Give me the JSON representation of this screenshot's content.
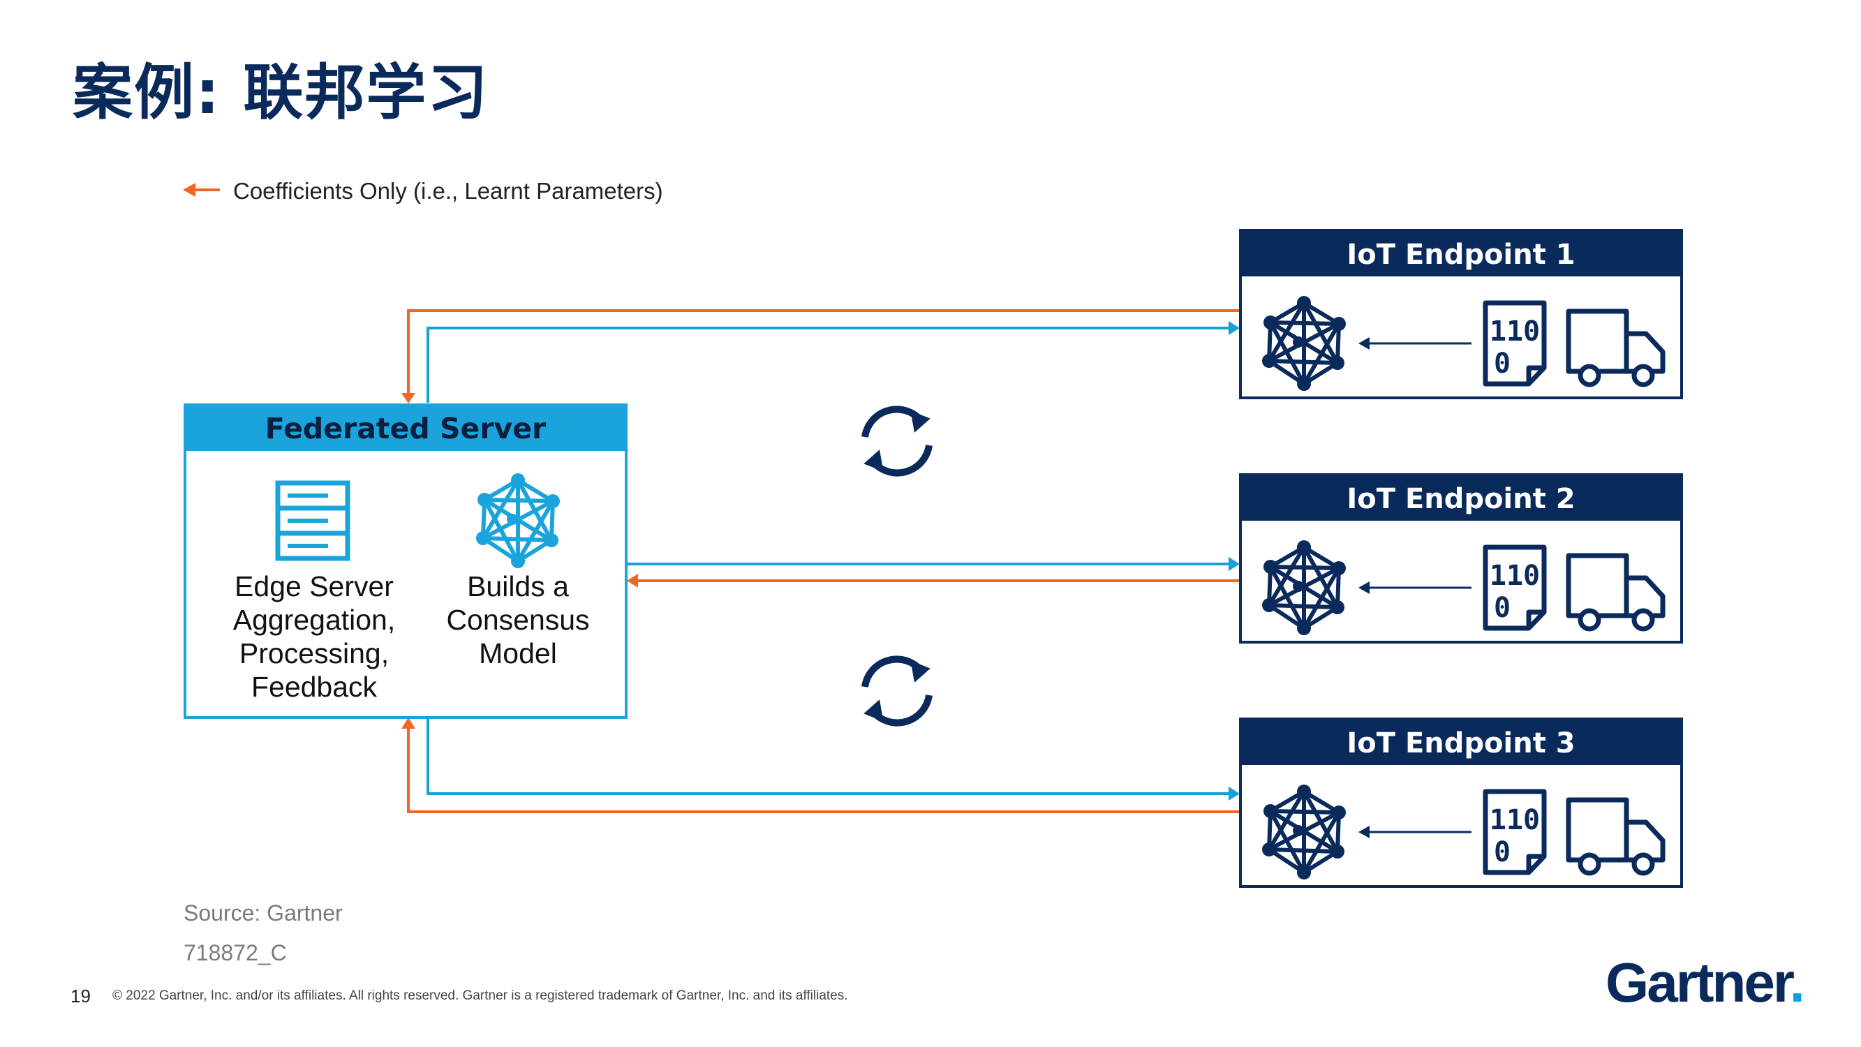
{
  "slide": {
    "title": "案例: 联邦学习",
    "page_number": "19",
    "copyright": "© 2022 Gartner, Inc. and/or its affiliates. All rights reserved. Gartner is a registered trademark of Gartner, Inc. and its affiliates.",
    "logo_text": "Gartner",
    "logo_dot": "."
  },
  "legend": {
    "label": "Coefficients Only (i.e., Learnt Parameters)"
  },
  "federated_server": {
    "title": "Federated Server",
    "left_label": "Edge Server Aggregation, Processing, Feedback",
    "right_label": "Builds a Consensus Model"
  },
  "endpoints": [
    {
      "title": "IoT Endpoint 1"
    },
    {
      "title": "IoT Endpoint 2"
    },
    {
      "title": "IoT Endpoint 3"
    }
  ],
  "source": {
    "label": "Source: Gartner",
    "doc_id": "718872_C"
  },
  "icons": [
    "server-icon",
    "neural-network-icon",
    "sync-icon",
    "binary-data-icon",
    "truck-icon",
    "arrow-left-icon"
  ],
  "colors": {
    "navy": "#0b2a5c",
    "federated_blue": "#1ba4dc",
    "orange_flow": "#f26522",
    "blue_flow": "#1a9fd8"
  }
}
